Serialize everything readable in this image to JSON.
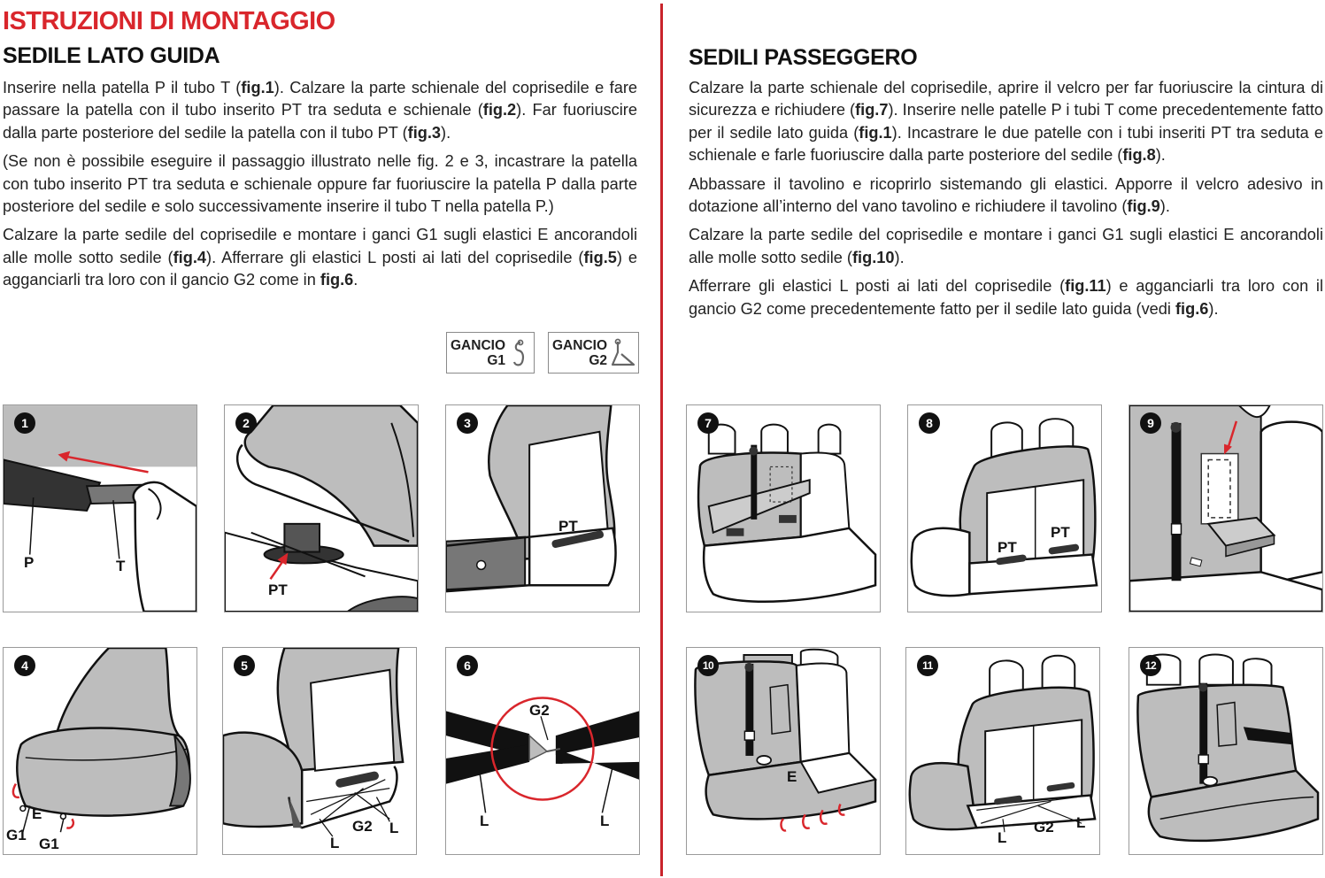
{
  "main_title": "ISTRUZIONI DI MONTAGGIO",
  "left": {
    "title": "SEDILE LATO GUIDA",
    "p1": [
      {
        "t": "Inserire nella patella P il tubo T (",
        "b": false
      },
      {
        "t": "fig.1",
        "b": true
      },
      {
        "t": "). Calzare la parte schienale del coprisedile e fare passare la patella con il tubo inserito PT tra seduta e schienale (",
        "b": false
      },
      {
        "t": "fig.2",
        "b": true
      },
      {
        "t": "). Far fuoriuscire dalla parte posteriore del sedile la patella con il tubo PT (",
        "b": false
      },
      {
        "t": "fig.3",
        "b": true
      },
      {
        "t": ").",
        "b": false
      }
    ],
    "p2": [
      {
        "t": "(Se non è possibile eseguire il passaggio illustrato nelle fig. 2 e 3, incastrare la patella con tubo inserito PT tra seduta e schienale oppure far fuoriuscire la patella P dalla parte posteriore del sedile e solo successivamente inserire il tubo T nella patella P.)",
        "b": false
      }
    ],
    "p3": [
      {
        "t": "Calzare la parte sedile del coprisedile e montare i ganci G1 sugli elastici E ancorandoli alle molle sotto sedile (",
        "b": false
      },
      {
        "t": "fig.4",
        "b": true
      },
      {
        "t": "). Afferrare gli elastici L posti ai lati del coprisedile (",
        "b": false
      },
      {
        "t": "fig.5",
        "b": true
      },
      {
        "t": ") e agganciarli tra loro con il gancio G2 come in ",
        "b": false
      },
      {
        "t": "fig.6",
        "b": true
      },
      {
        "t": ".",
        "b": false
      }
    ],
    "hooks": [
      {
        "line1": "GANCIO",
        "line2": "G1",
        "icon": "hook-g1-icon"
      },
      {
        "line1": "GANCIO",
        "line2": "G2",
        "icon": "hook-g2-icon"
      }
    ]
  },
  "right": {
    "title": "SEDILI PASSEGGERO",
    "p1": [
      {
        "t": "Calzare la parte schienale del coprisedile, aprire il velcro per far fuoriuscire la cintura di sicurezza e richiudere (",
        "b": false
      },
      {
        "t": "fig.7",
        "b": true
      },
      {
        "t": "). Inserire nelle patelle P i tubi T come precedentemente fatto per il sedile lato guida (",
        "b": false
      },
      {
        "t": "fig.1",
        "b": true
      },
      {
        "t": "). Incastrare le due patelle con i tubi inseriti PT tra seduta e schienale e farle fuoriuscire dalla parte posteriore del sedile (",
        "b": false
      },
      {
        "t": "fig.8",
        "b": true
      },
      {
        "t": ").",
        "b": false
      }
    ],
    "p2": [
      {
        "t": "Abbassare il tavolino e ricoprirlo sistemando gli elastici. Apporre il velcro adesivo in dotazione all’interno del vano tavolino e richiudere il tavolino (",
        "b": false
      },
      {
        "t": "fig.9",
        "b": true
      },
      {
        "t": ").",
        "b": false
      }
    ],
    "p3": [
      {
        "t": "Calzare la parte sedile del coprisedile e montare i ganci G1 sugli elastici E ancorandoli alle molle sotto sedile (",
        "b": false
      },
      {
        "t": "fig.10",
        "b": true
      },
      {
        "t": ").",
        "b": false
      }
    ],
    "p4": [
      {
        "t": "Afferrare gli elastici L posti ai lati del coprisedile (",
        "b": false
      },
      {
        "t": "fig.11",
        "b": true
      },
      {
        "t": ") e agganciarli tra loro con il gancio G2 come precedentemente fatto per il sedile lato guida (vedi ",
        "b": false
      },
      {
        "t": "fig.6",
        "b": true
      },
      {
        "t": ").",
        "b": false
      }
    ]
  },
  "figures": {
    "f1": {
      "num": "1",
      "labels": [
        "P",
        "T"
      ]
    },
    "f2": {
      "num": "2",
      "labels": [
        "PT"
      ]
    },
    "f3": {
      "num": "3",
      "labels": [
        "PT"
      ]
    },
    "f4": {
      "num": "4",
      "labels": [
        "E",
        "G1",
        "G1"
      ]
    },
    "f5": {
      "num": "5",
      "labels": [
        "G2",
        "L",
        "L"
      ]
    },
    "f6": {
      "num": "6",
      "labels": [
        "G2",
        "L",
        "L"
      ]
    },
    "f7": {
      "num": "7",
      "labels": []
    },
    "f8": {
      "num": "8",
      "labels": [
        "PT",
        "PT"
      ]
    },
    "f9": {
      "num": "9",
      "labels": []
    },
    "f10": {
      "num": "10",
      "labels": [
        "E"
      ]
    },
    "f11": {
      "num": "11",
      "labels": [
        "G2",
        "L",
        "L"
      ]
    },
    "f12": {
      "num": "12",
      "labels": []
    }
  },
  "colors": {
    "accent_red": "#d9262c",
    "seat_gray": "#b3b3b3",
    "seat_light": "#ececec",
    "stroke": "#111111"
  }
}
